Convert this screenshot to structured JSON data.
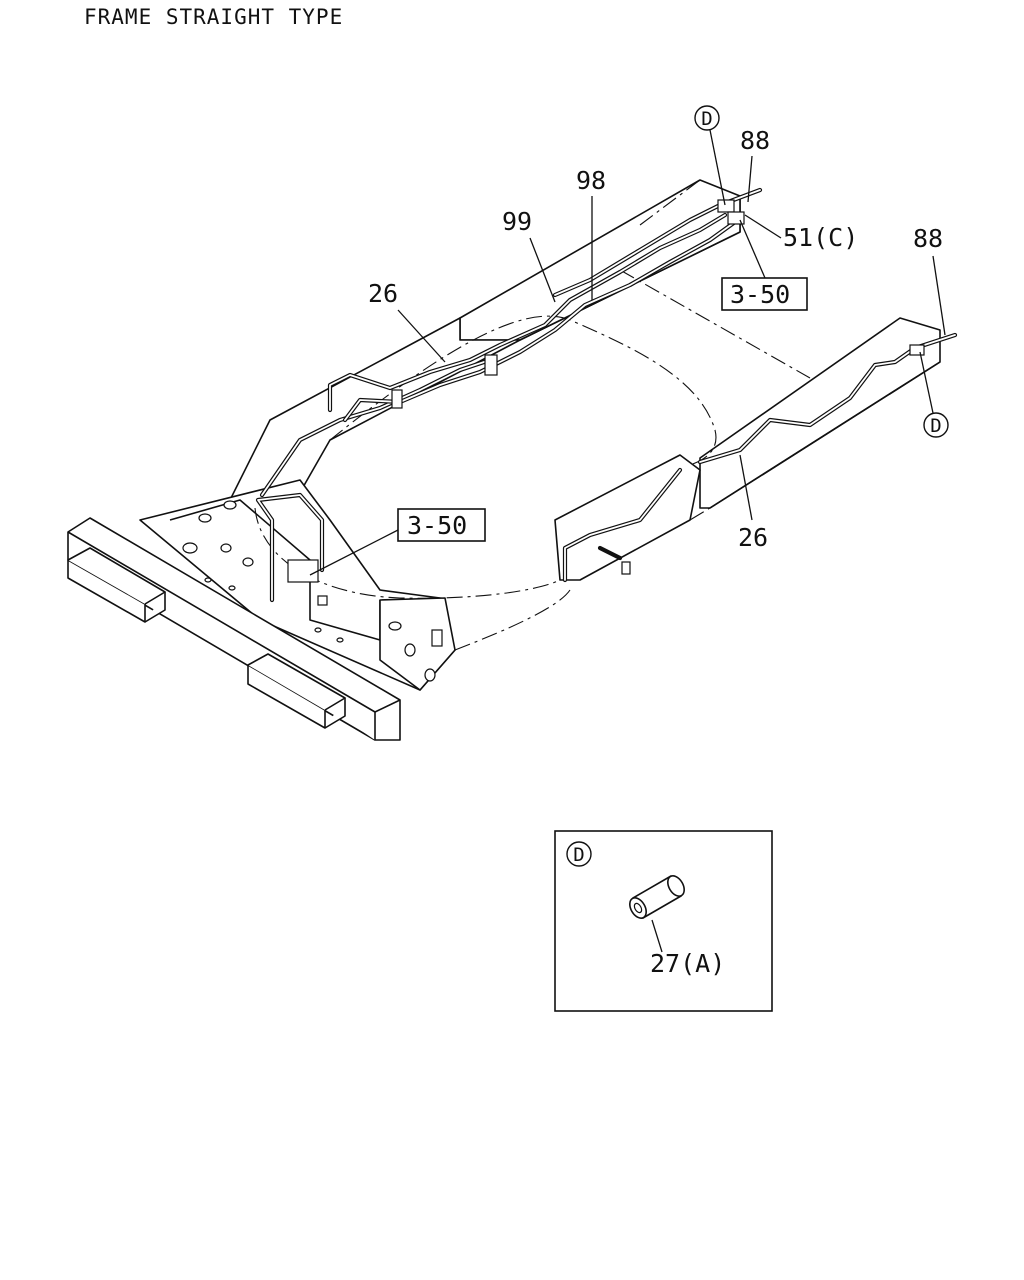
{
  "title": "FRAME STRAIGHT TYPE",
  "callouts": {
    "pipe_26_left": "26",
    "pipe_99": "99",
    "pipe_98": "98",
    "pipe_88_top": "88",
    "clip_51c": "51(C)",
    "ref_3_50_right": "3-50",
    "pipe_88_right": "88",
    "pipe_26_right": "26",
    "ref_3_50_left": "3-50",
    "marker_d_top": "D",
    "marker_d_right": "D"
  },
  "detail": {
    "marker": "D",
    "part_label": "27(A)"
  }
}
